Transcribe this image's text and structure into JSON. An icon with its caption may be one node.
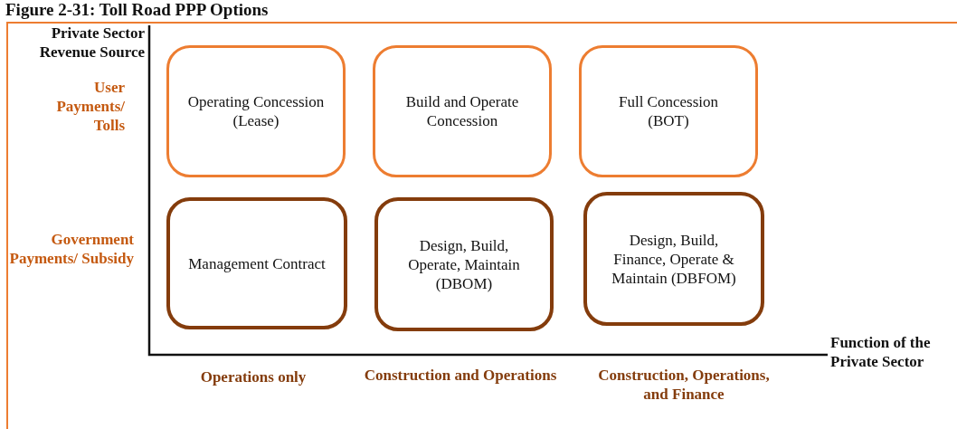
{
  "diagram": {
    "title": "Figure 2-31: Toll Road PPP Options",
    "nodes": [
      {
        "text": [
          "Operating Concession (Lease)"
        ]
      },
      {
        "text": [
          "Build and Operate Concession"
        ]
      },
      {
        "text": [
          "Full Concession (BOT)"
        ]
      },
      {
        "text": [
          "Management Contract"
        ]
      },
      {
        "text": [
          "Design, Build, Operate, Maintain (DBOM)"
        ]
      },
      {
        "text": [
          "Design, Build, Finance, Operate & Maintain (DBFOM)"
        ]
      }
    ],
    "labels": [
      "Private Sector Revenue Source",
      "User Payments/ Tolls",
      "Government Payments/ Subsidy",
      "Function of the Private Sector",
      "Operations only",
      "Construction and Operations",
      "Construction, Operations, and Finance"
    ]
  }
}
